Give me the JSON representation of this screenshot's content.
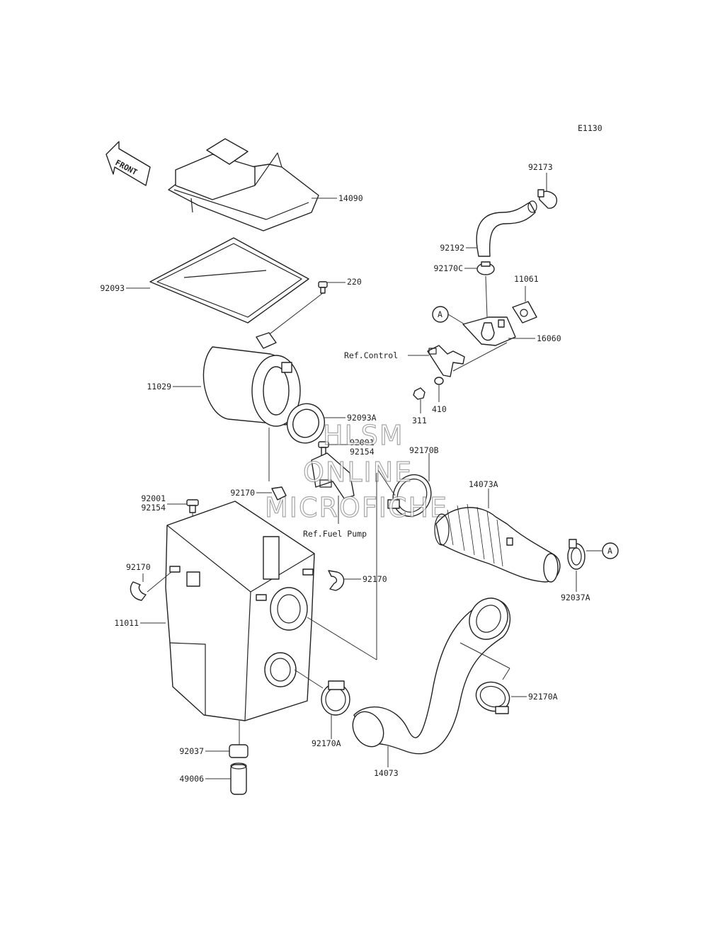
{
  "diagram_code": "E1130",
  "front_arrow": "FRONT",
  "watermark": [
    "HLSM",
    "ONLINE",
    "MICROFICHE"
  ],
  "labels": {
    "p14090": "14090",
    "p92093": "92093",
    "p220": "220",
    "p11029": "11029",
    "p92093A": "92093A",
    "p92001a": "92001",
    "p92154a": "92154",
    "p92170B": "92170B",
    "p92001b": "92001",
    "p92154b": "92154",
    "p92170_left_top": "92170",
    "p92170_left": "92170",
    "p92170_right": "92170",
    "p11011": "11011",
    "p92037": "92037",
    "p49006": "49006",
    "p92170A_mid": "92170A",
    "p14073": "14073",
    "p92170A_right": "92170A",
    "p14073A": "14073A",
    "p92037A": "92037A",
    "p92173": "92173",
    "p92192": "92192",
    "p92170C": "92170C",
    "p11061": "11061",
    "p16060": "16060",
    "p410": "410",
    "p311": "311",
    "ref_control": "Ref.Control",
    "ref_fuel_pump": "Ref.Fuel Pump",
    "circle_a1": "A",
    "circle_a2": "A"
  }
}
